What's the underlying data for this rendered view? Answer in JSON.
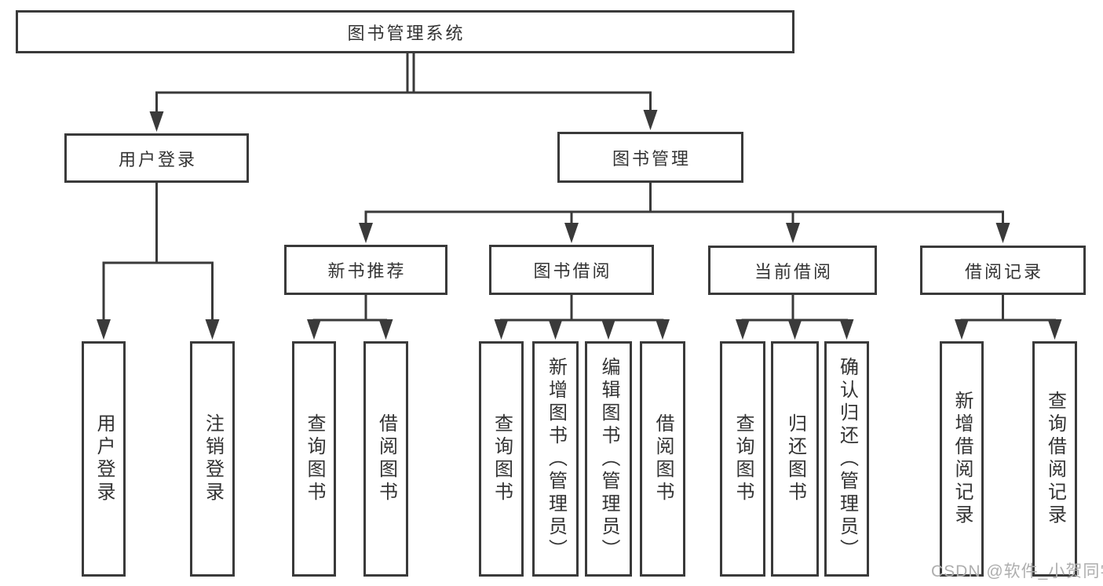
{
  "diagram_type": "hierarchy-tree",
  "tree": {
    "label": "图书管理系统",
    "children": [
      {
        "label": "用户登录",
        "children": [
          {
            "label": "用户登录"
          },
          {
            "label": "注销登录"
          }
        ]
      },
      {
        "label": "图书管理",
        "children": [
          {
            "label": "新书推荐",
            "children": [
              {
                "label": "查询图书"
              },
              {
                "label": "借阅图书"
              }
            ]
          },
          {
            "label": "图书借阅",
            "children": [
              {
                "label": "查询图书"
              },
              {
                "label": "新增图书（管理员）"
              },
              {
                "label": "编辑图书（管理员）"
              },
              {
                "label": "借阅图书"
              }
            ]
          },
          {
            "label": "当前借阅",
            "children": [
              {
                "label": "查询图书"
              },
              {
                "label": "归还图书"
              },
              {
                "label": "确认归还（管理员）"
              }
            ]
          },
          {
            "label": "借阅记录",
            "children": [
              {
                "label": "新增借阅记录"
              },
              {
                "label": "查询借阅记录"
              }
            ]
          }
        ]
      }
    ]
  },
  "watermark": {
    "text": "CSDN @软件_小贺同学"
  },
  "colors": {
    "line": "#3a3a3a",
    "box_border": "#3a3a3a",
    "text": "#333333",
    "watermark": "#aeaeae",
    "background": "#ffffff"
  }
}
